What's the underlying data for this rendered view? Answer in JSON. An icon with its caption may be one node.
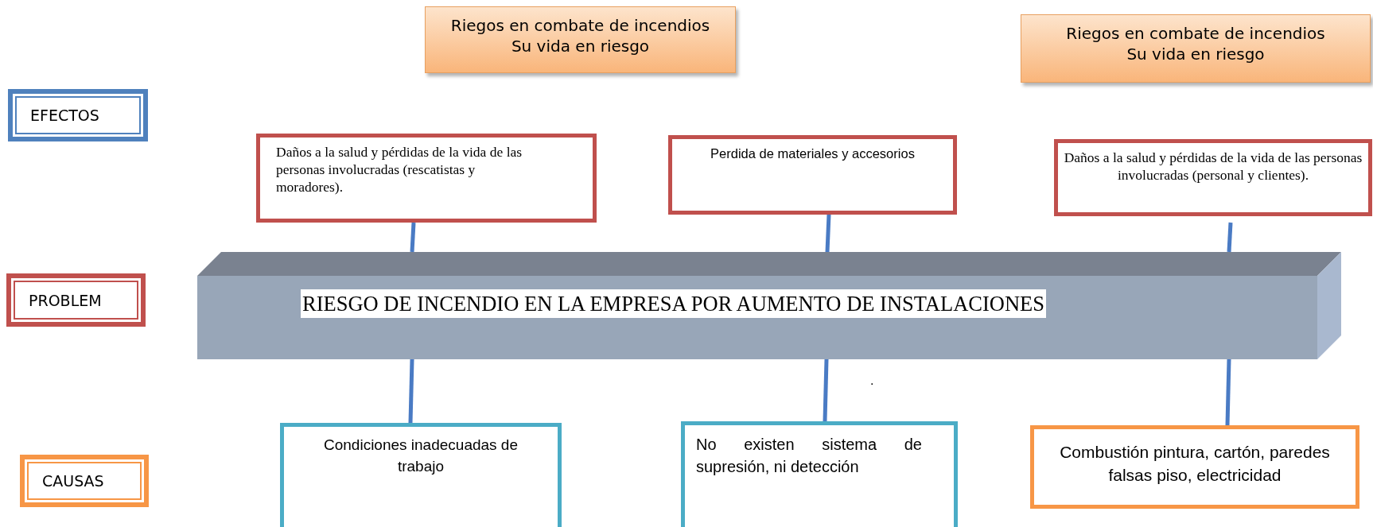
{
  "diagram": {
    "nodes": [
      {
        "text": [
          "Riegos en combate de incendios",
          "Su vida en riesgo"
        ]
      },
      {
        "text": [
          "Riegos en combate de incendios",
          "Su vida en riesgo"
        ]
      },
      {
        "text": [
          "EFECTOS"
        ]
      },
      {
        "text": [
          "Daños a la salud  y pérdidas de la vida de las personas involucradas (rescatistas y moradores)."
        ]
      },
      {
        "text": [
          "Perdida de materiales y accesorios"
        ]
      },
      {
        "text": [
          "Daños a la salud  y pérdidas de la vida de las personas involucradas (personal y  clientes)."
        ]
      },
      {
        "text": [
          "PROBLEM"
        ]
      },
      {
        "text": [
          "RIESGO DE INCENDIO EN LA EMPRESA POR AUMENTO DE INSTALACIONES"
        ]
      },
      {
        "text": [
          "CAUSAS"
        ]
      },
      {
        "text": [
          "Condiciones inadecuadas de trabajo"
        ]
      },
      {
        "text": [
          "No existen sistema de supresión, ni detección"
        ]
      },
      {
        "text": [
          "Combustión pintura, cartón, paredes falsas piso, electricidad"
        ]
      }
    ],
    "edges": [
      {
        "from": 3,
        "to": 7,
        "arrow": "none"
      },
      {
        "from": 4,
        "to": 7,
        "arrow": "none"
      },
      {
        "from": 5,
        "to": 7,
        "arrow": "none"
      },
      {
        "from": 7,
        "to": 9,
        "arrow": "none"
      },
      {
        "from": 7,
        "to": 10,
        "arrow": "none"
      },
      {
        "from": 7,
        "to": 11,
        "arrow": "none"
      }
    ],
    "labels": [
      "."
    ]
  }
}
